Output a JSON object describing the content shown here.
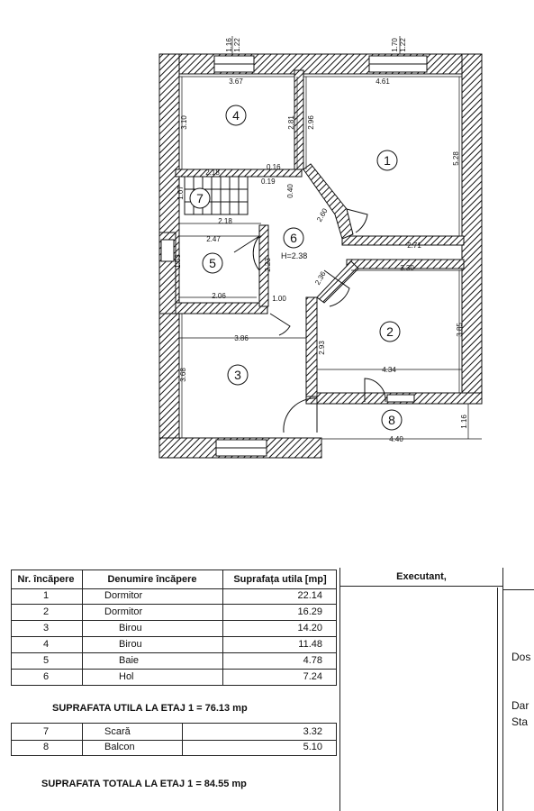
{
  "plan": {
    "rooms": [
      {
        "num": "1"
      },
      {
        "num": "2"
      },
      {
        "num": "3"
      },
      {
        "num": "4"
      },
      {
        "num": "5"
      },
      {
        "num": "6"
      },
      {
        "num": "7"
      },
      {
        "num": "8"
      }
    ],
    "height_label": "H=2.38",
    "dims": {
      "top1a": "1.16",
      "top1b": "1.22",
      "top2a": "1.70",
      "top2b": "1.22",
      "r4_w": "3.67",
      "r1_w": "4.61",
      "r4_h": "3.10",
      "r4_h2": "2.81",
      "r1_h": "2.96",
      "r1_h2": "5.28",
      "d016": "0.16",
      "d019": "0.19",
      "d040": "0.40",
      "d260": "2.60",
      "stair_w": "2.18",
      "stair_h": "1.07",
      "stair_w2": "2.18",
      "r5_w": "2.47",
      "r5_h": "1.53",
      "r5_h2": "2.23",
      "r5_w2": "2.06",
      "d236": "2.36",
      "r1_w2": "2.71",
      "r2_w": "3.30",
      "d100": "1.00",
      "r3_w": "3.86",
      "r3_h": "3.68",
      "r2_h": "2.93",
      "r2_h2": "3.85",
      "r2_w2": "4.34",
      "bal_w": "4.40",
      "bal_h": "1.16"
    }
  },
  "table": {
    "headers": [
      "Nr. încăpere",
      "Denumire încăpere",
      "Suprafața utila [mp]"
    ],
    "rows": [
      {
        "nr": "1",
        "name": "Dormitor",
        "area": "22.14"
      },
      {
        "nr": "2",
        "name": "Dormitor",
        "area": "16.29"
      },
      {
        "nr": "3",
        "name": "Birou",
        "area": "14.20"
      },
      {
        "nr": "4",
        "name": "Birou",
        "area": "11.48"
      },
      {
        "nr": "5",
        "name": "Baie",
        "area": "4.78"
      },
      {
        "nr": "6",
        "name": "Hol",
        "area": "7.24"
      }
    ],
    "useful_total": "SUPRAFATA UTILA LA ETAJ 1  = 76.13 mp",
    "extra_rows": [
      {
        "nr": "7",
        "name": "Scară",
        "area": "3.32"
      },
      {
        "nr": "8",
        "name": "Balcon",
        "area": "5.10"
      }
    ],
    "grand_total": "SUPRAFATA TOTALA  LA ETAJ 1  = 84.55 mp"
  },
  "executant": {
    "title": "Executant,"
  },
  "side_labels": [
    "Dos",
    "Dar",
    "Sta"
  ]
}
